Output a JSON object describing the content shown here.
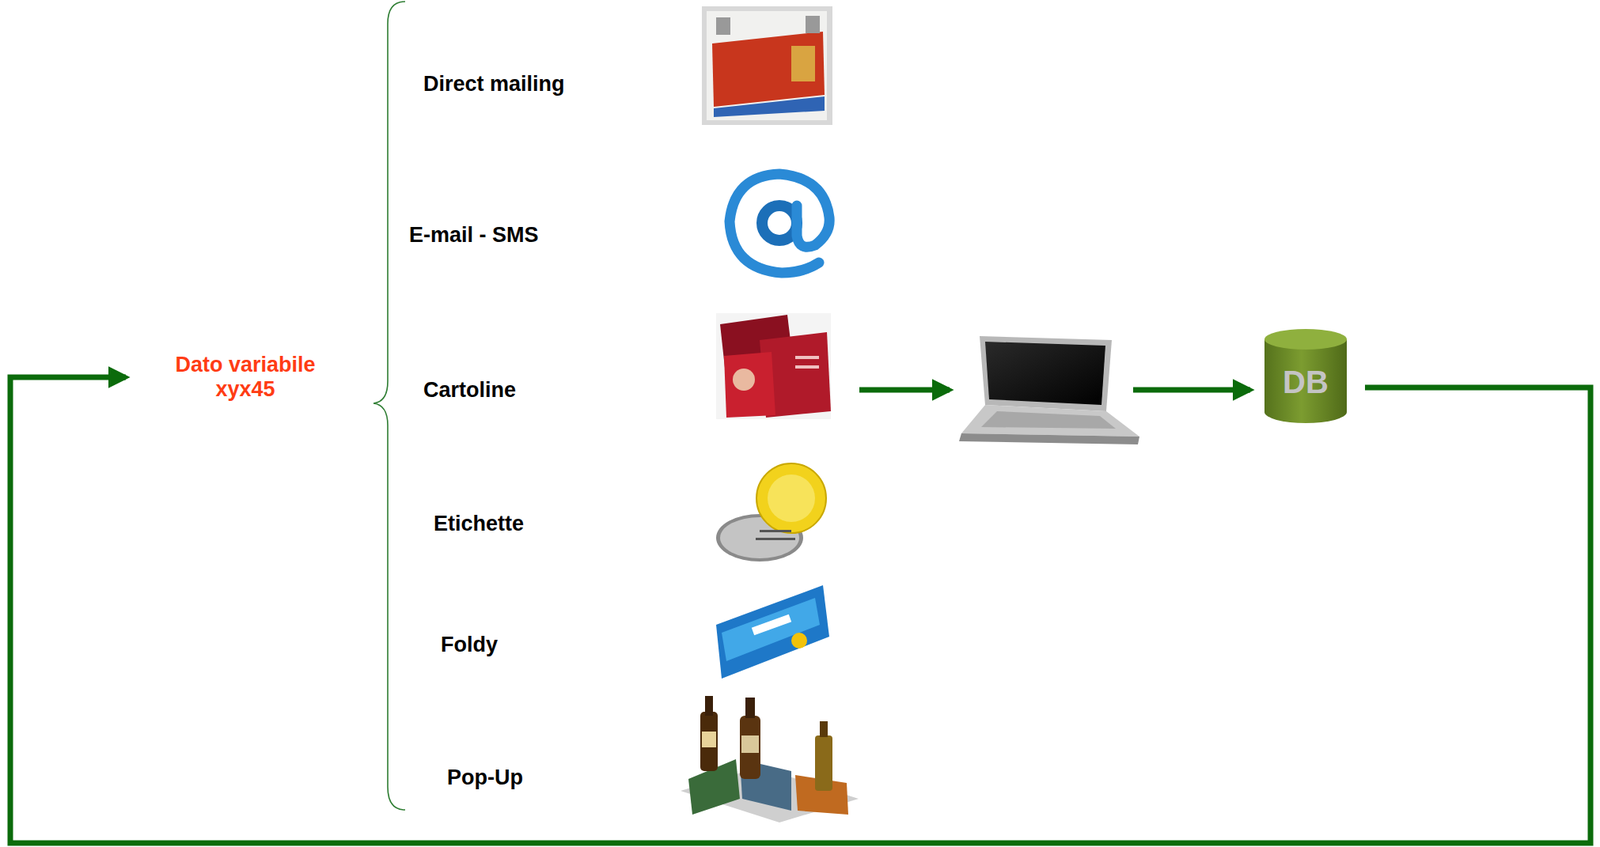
{
  "diagram": {
    "nodes": [
      {
        "text": [
          "Dato variabile xyx45"
        ]
      },
      {
        "text": [
          "DB"
        ]
      }
    ],
    "edges": [
      {
        "from": 1,
        "to": 0,
        "arrow": "to"
      }
    ],
    "labels": [
      "Direct mailing",
      "E-mail - SMS",
      "Cartoline",
      "Etichette",
      "Foldy",
      "Pop-Up"
    ]
  }
}
